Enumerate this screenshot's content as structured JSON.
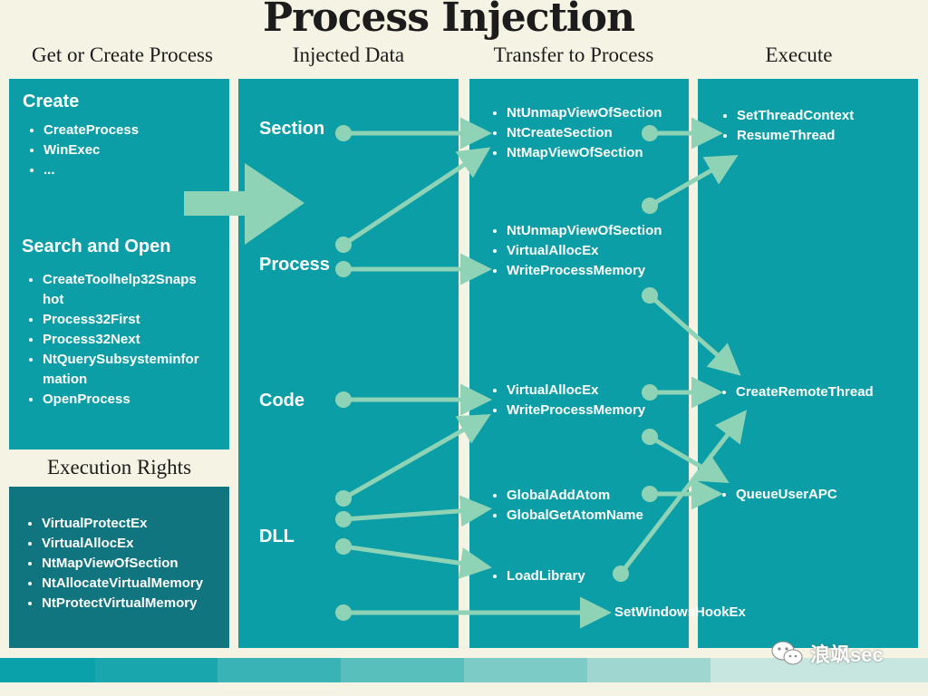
{
  "title": "Process Injection",
  "columns": {
    "get_or_create": "Get or Create Process",
    "injected_data": "Injected Data",
    "transfer": "Transfer to Process",
    "execute": "Execute"
  },
  "create": {
    "heading": "Create",
    "items": [
      "CreateProcess",
      "WinExec",
      "..."
    ]
  },
  "search_open": {
    "heading": "Search and Open",
    "items": [
      "CreateToolhelp32Snapshot",
      "Process32First",
      "Process32Next",
      "NtQuerySubsysteminformation",
      "OpenProcess"
    ],
    "item_lines": [
      [
        "CreateToolhelp32Snaps",
        "hot"
      ],
      [
        "Process32First"
      ],
      [
        "Process32Next"
      ],
      [
        "NtQuerySubsysteminfor",
        "mation"
      ],
      [
        "OpenProcess"
      ]
    ]
  },
  "execution_rights": {
    "heading": "Execution Rights",
    "items": [
      "VirtualProtectEx",
      "VirtualAllocEx",
      "NtMapViewOfSection",
      "NtAllocateVirtualMemory",
      "NtProtectVirtualMemory"
    ]
  },
  "injected": {
    "section": "Section",
    "process": "Process",
    "code": "Code",
    "dll": "DLL"
  },
  "transfer": {
    "group_section": [
      "NtUnmapViewOfSection",
      "NtCreateSection",
      "NtMapViewOfSection"
    ],
    "group_process": [
      "NtUnmapViewOfSection",
      "VirtualAllocEx",
      "WriteProcessMemory"
    ],
    "group_code": [
      "VirtualAllocEx",
      "WriteProcessMemory"
    ],
    "group_atom": [
      "GlobalAddAtom",
      "GlobalGetAtomName"
    ],
    "group_load": [
      "LoadLibrary"
    ],
    "hook": "SetWindowsHookEx"
  },
  "execute": {
    "group_thread": [
      "SetThreadContext",
      "ResumeThread"
    ],
    "remote": "CreateRemoteThread",
    "apc": "QueueUserAPC"
  },
  "watermark": "浪飒sec",
  "colors": {
    "background": "#f5f3e3",
    "panel": "#0b9ea6",
    "panel_dark": "#10757e",
    "arrow": "#8fd3b6",
    "text_dark": "#1c1c1c"
  }
}
